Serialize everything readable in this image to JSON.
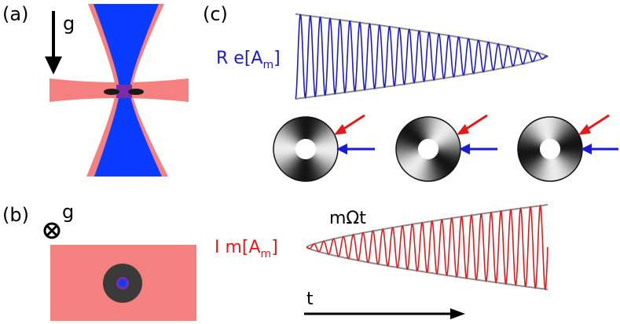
{
  "panels": {
    "a": {
      "label": "(a)",
      "gravity_label": "g"
    },
    "b": {
      "label": "(b)",
      "gravity_label": "g"
    },
    "c": {
      "label": "(c)",
      "re_label_main": "R e[A",
      "re_label_sub": "m",
      "re_label_close": "]",
      "im_label_main": "I m[A",
      "im_label_sub": "m",
      "im_label_close": "]",
      "phase_label": "mΩt",
      "time_label": "t"
    }
  },
  "colors": {
    "laser_blue": "#0a3cff",
    "laser_red": "#f58080",
    "overlap": "#7a2ea8",
    "re_trace": "#1a1adc",
    "im_trace": "#e81818",
    "envelope": "#8c8c8c",
    "arrow_red": "#e81818",
    "arrow_blue": "#1a1adc"
  },
  "icons": [
    "gravity-down-arrow-icon",
    "into-page-symbol-icon",
    "probe-arrow-red-icon",
    "probe-arrow-blue-icon",
    "time-arrow-icon"
  ]
}
